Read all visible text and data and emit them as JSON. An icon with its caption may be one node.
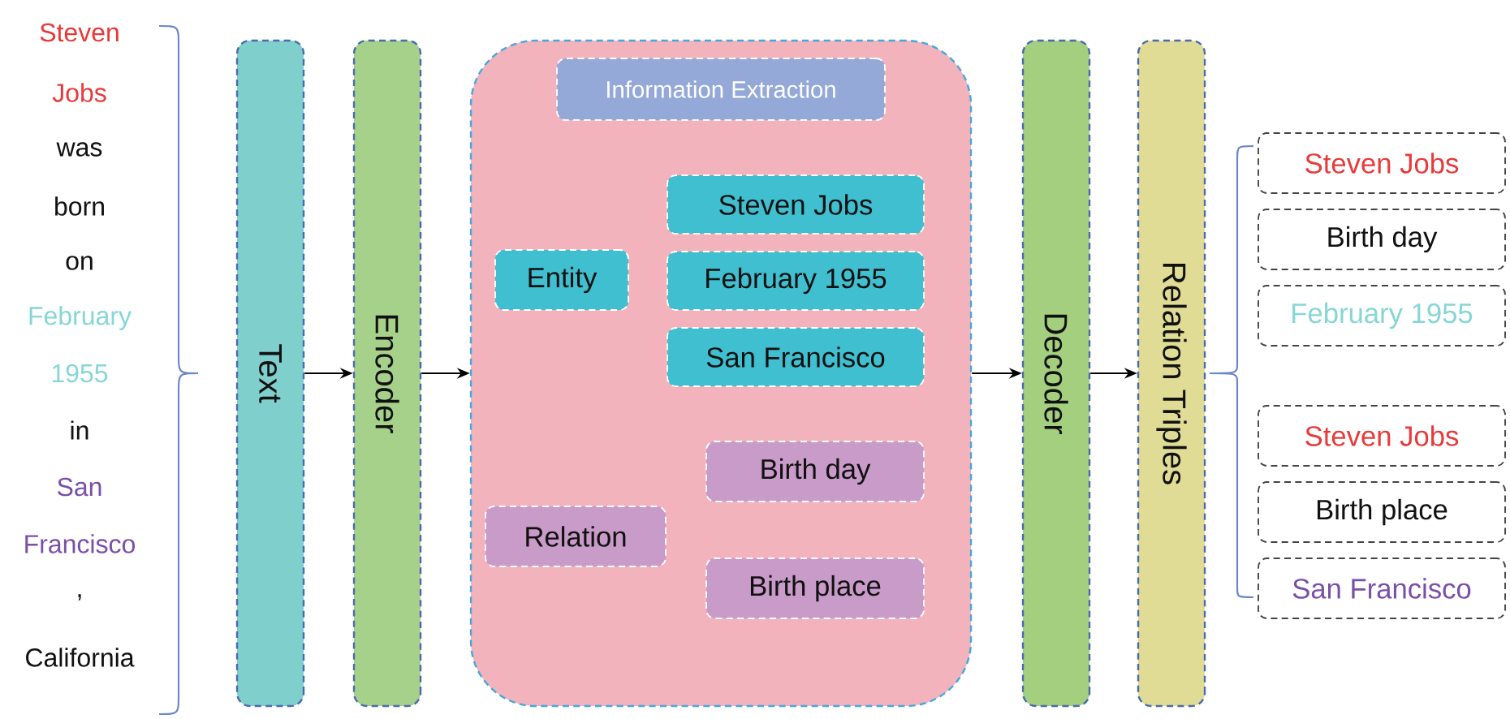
{
  "diagram": {
    "nodes": [
      {
        "text": [
          "Text"
        ]
      },
      {
        "text": [
          "Encoder"
        ]
      },
      {
        "text": [],
        "shape": "box"
      },
      {
        "text": [
          "Information Extraction"
        ],
        "in": 2
      },
      {
        "text": [
          "Entity"
        ],
        "in": 2
      },
      {
        "text": [
          "Steven Jobs"
        ],
        "in": 2
      },
      {
        "text": [
          "February 1955"
        ],
        "in": 2
      },
      {
        "text": [
          "San Francisco"
        ],
        "in": 2
      },
      {
        "text": [
          "Relation"
        ],
        "in": 2
      },
      {
        "text": [
          "Birth day"
        ],
        "in": 2
      },
      {
        "text": [
          "Birth place"
        ],
        "in": 2
      },
      {
        "text": [
          "Decoder"
        ]
      },
      {
        "text": [
          "Relation Triples"
        ]
      },
      {
        "text": [
          "Steven Jobs"
        ]
      },
      {
        "text": [
          "Birth day"
        ]
      },
      {
        "text": [
          "February 1955"
        ]
      },
      {
        "text": [
          "Steven Jobs"
        ]
      },
      {
        "text": [
          "Birth place"
        ]
      },
      {
        "text": [
          "San Francisco"
        ]
      }
    ],
    "edges": [
      {
        "from": 0,
        "to": 1,
        "arrow": "to"
      },
      {
        "from": 1,
        "to": 2,
        "arrow": "to"
      },
      {
        "from": 2,
        "to": 11,
        "arrow": "to"
      },
      {
        "from": 11,
        "to": 12,
        "arrow": "to"
      }
    ],
    "labels": [
      "Steven",
      "Jobs",
      "was",
      "born",
      "on",
      "February",
      "1955",
      "in",
      "San",
      "Francisco",
      ",",
      "California"
    ]
  }
}
